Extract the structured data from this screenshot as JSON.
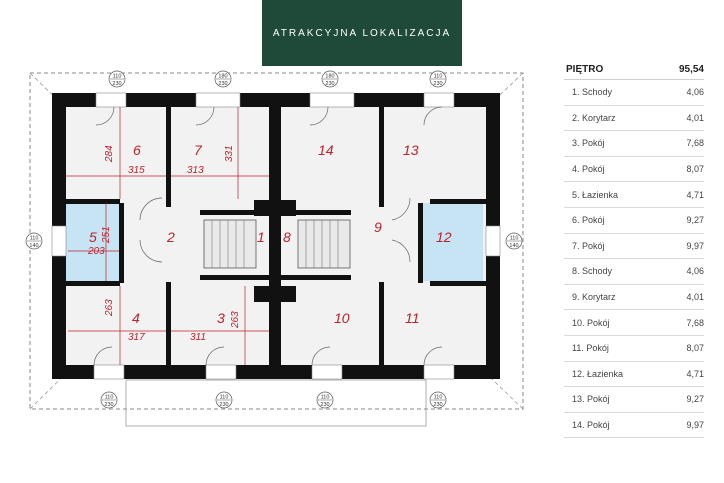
{
  "banner": {
    "text": "ATRAKCYJNA LOKALIZACJA"
  },
  "table": {
    "header_label": "PIĘTRO",
    "header_value": "95,54",
    "rows": [
      {
        "name": "1. Schody",
        "area": "4,06"
      },
      {
        "name": "2. Korytarz",
        "area": "4,01"
      },
      {
        "name": "3. Pokój",
        "area": "7,68"
      },
      {
        "name": "4. Pokój",
        "area": "8,07"
      },
      {
        "name": "5. Łazienka",
        "area": "4,71"
      },
      {
        "name": "6. Pokój",
        "area": "9,27"
      },
      {
        "name": "7. Pokój",
        "area": "9,97"
      },
      {
        "name": "8. Schody",
        "area": "4,06"
      },
      {
        "name": "9. Korytarz",
        "area": "4,01"
      },
      {
        "name": "10. Pokój",
        "area": "7,68"
      },
      {
        "name": "11. Pokój",
        "area": "8,07"
      },
      {
        "name": "12. Łazienka",
        "area": "4,71"
      },
      {
        "name": "13. Pokój",
        "area": "9,27"
      },
      {
        "name": "14. Pokój",
        "area": "9,97"
      }
    ]
  },
  "plan": {
    "room_numbers": [
      "1",
      "2",
      "3",
      "4",
      "5",
      "6",
      "7",
      "8",
      "9",
      "10",
      "11",
      "12",
      "13",
      "14"
    ],
    "dims": [
      "284",
      "315",
      "313",
      "331",
      "251",
      "203",
      "263",
      "317",
      "311",
      "263"
    ],
    "windows_top": [
      [
        "110",
        "230"
      ],
      [
        "180",
        "230"
      ],
      [
        "180",
        "230"
      ],
      [
        "110",
        "230"
      ]
    ],
    "windows_bottom": [
      [
        "110",
        "230"
      ],
      [
        "110",
        "230"
      ],
      [
        "110",
        "230"
      ],
      [
        "110",
        "230"
      ]
    ],
    "windows_side": [
      [
        "110",
        "140"
      ],
      [
        "110",
        "140"
      ]
    ]
  },
  "colors": {
    "banner_bg": "#1f4a3a",
    "wall": "#111111",
    "bathroom": "#c7e4f5",
    "room_number": "#c0202a"
  }
}
